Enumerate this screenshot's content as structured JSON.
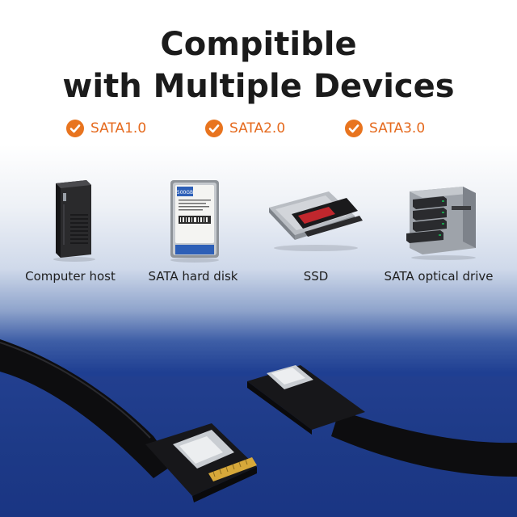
{
  "heading": {
    "line1": "Compitible",
    "line2": "with Multiple Devices"
  },
  "versions": [
    {
      "label": "SATA1.0",
      "icon": "check-circle-icon"
    },
    {
      "label": "SATA2.0",
      "icon": "check-circle-icon"
    },
    {
      "label": "SATA3.0",
      "icon": "check-circle-icon"
    }
  ],
  "devices": [
    {
      "label": "Computer host",
      "icon": "computer-tower-icon"
    },
    {
      "label": "SATA hard disk",
      "icon": "hard-disk-icon"
    },
    {
      "label": "SSD",
      "icon": "ssd-icon"
    },
    {
      "label": "SATA optical drive",
      "icon": "optical-drive-enclosure-icon"
    }
  ],
  "hdd_label_text": "500GB",
  "colors": {
    "accent_orange": "#e8741f",
    "title_text": "#1b1b1b",
    "backdrop_blue": "#1d3a87"
  }
}
